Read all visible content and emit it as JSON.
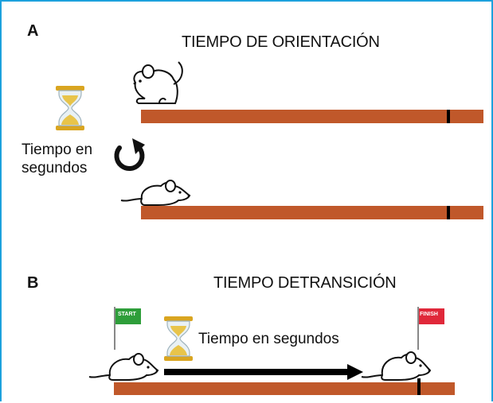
{
  "panel_a": {
    "letter": "A",
    "title": "TIEMPO DE ORIENTACIÓN",
    "time_label_line1": "Tiempo en",
    "time_label_line2": "segundos"
  },
  "panel_b": {
    "letter": "B",
    "title": "TIEMPO DETRANSICIÓN",
    "time_label": "Tiempo en segundos",
    "start_flag": "START",
    "finish_flag": "FINISH"
  },
  "colors": {
    "beam": "#c0582a",
    "frame": "#1da1dd",
    "start_flag": "#2e9e3a",
    "finish_flag": "#e0283a",
    "sand": "#e8c44a",
    "hourglass_cap": "#d9a520"
  },
  "icons": [
    "hourglass-icon",
    "rotate-arrow-icon",
    "mouse-icon",
    "flag-icon",
    "arrow-right-icon"
  ]
}
